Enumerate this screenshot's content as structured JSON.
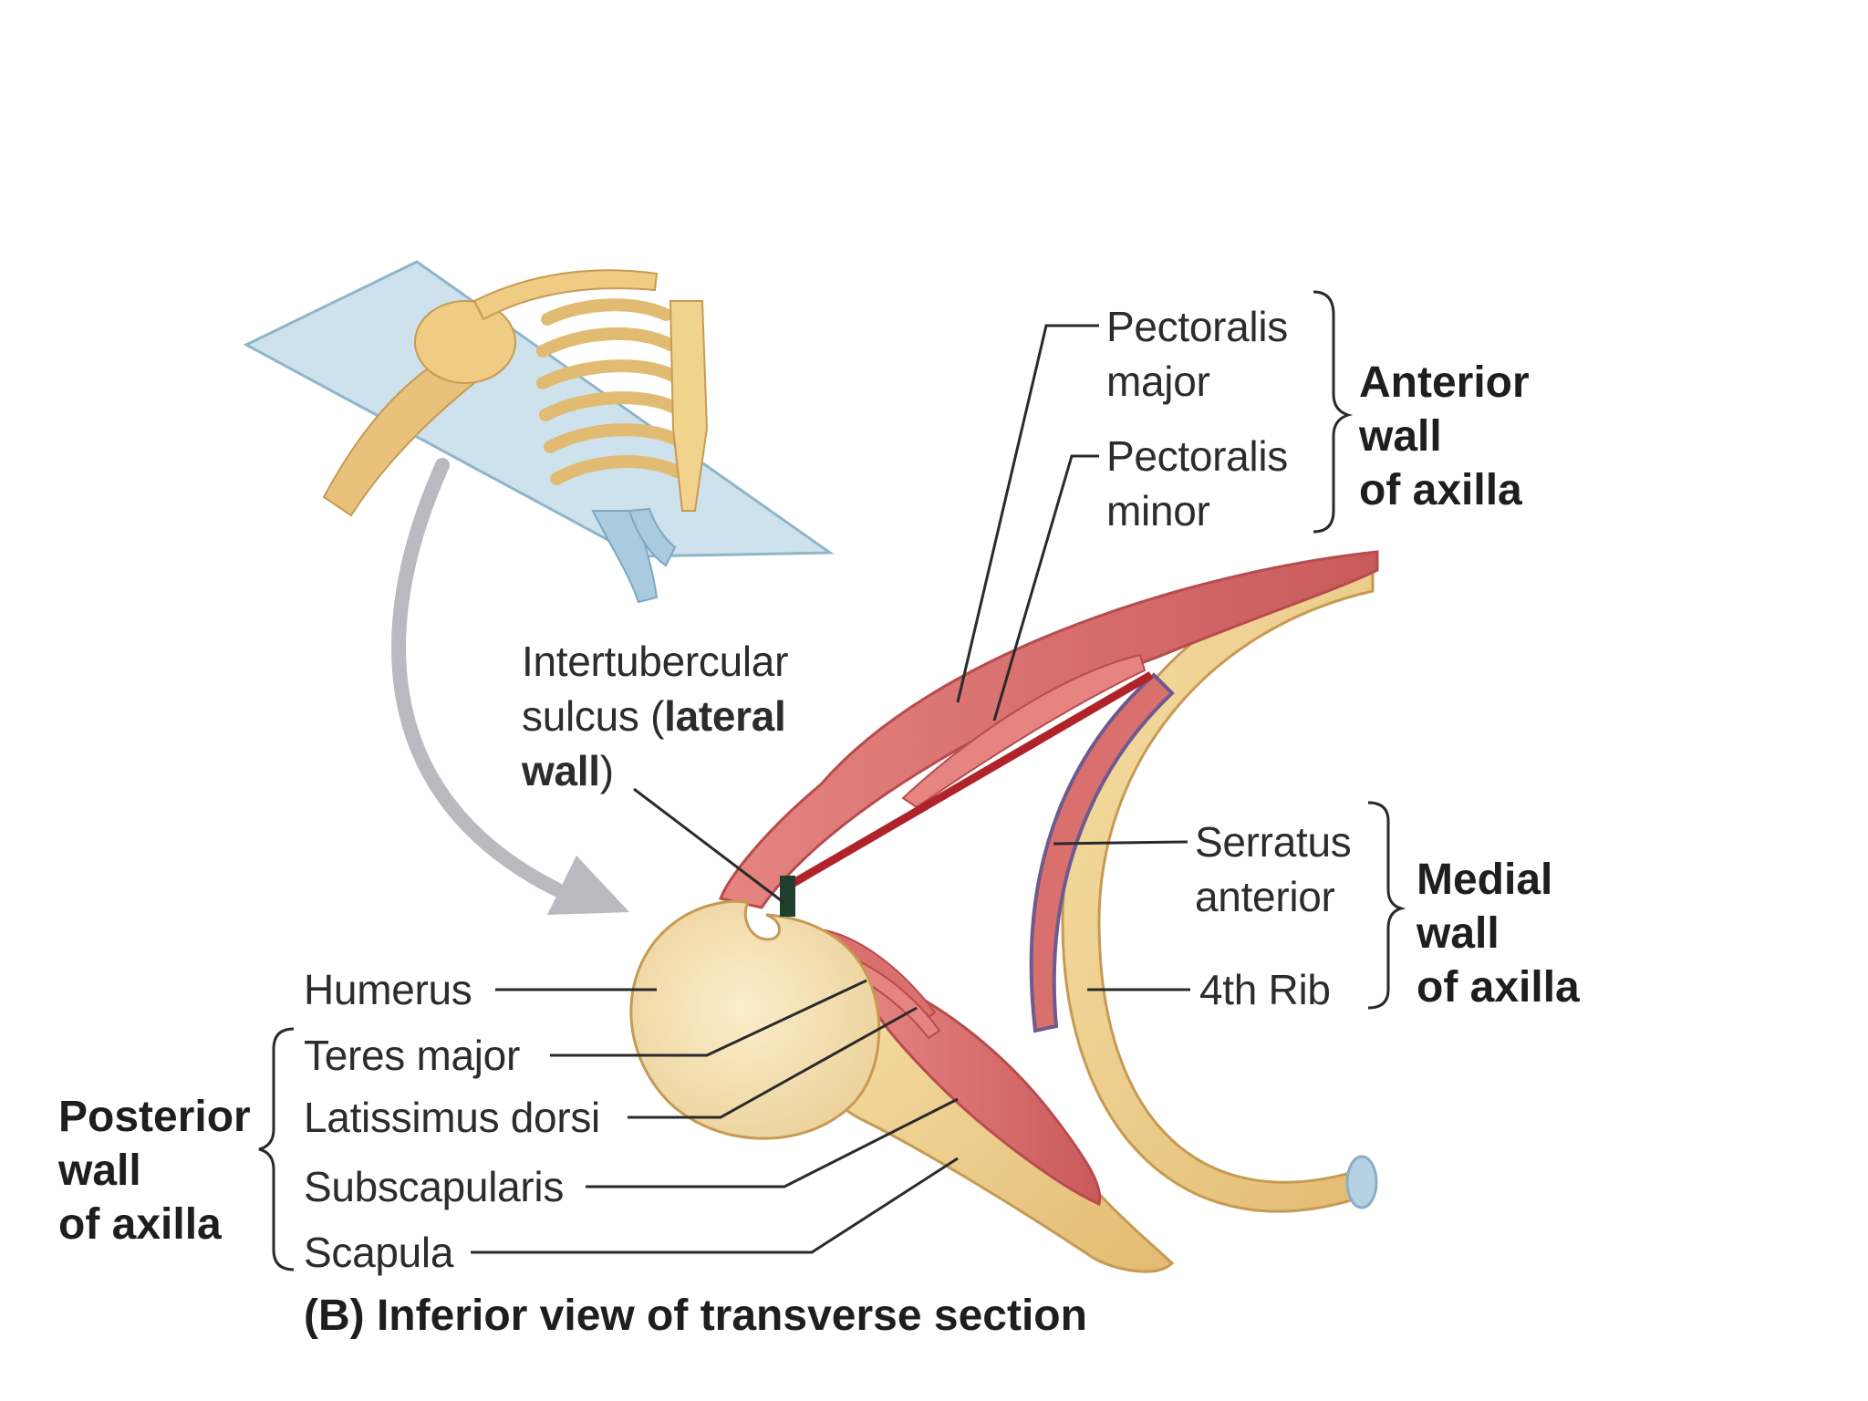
{
  "labels": {
    "pectoralis_major": [
      "Pectoralis",
      "major"
    ],
    "pectoralis_minor": [
      "Pectoralis",
      "minor"
    ],
    "intertubercular": {
      "line1": "Intertubercular",
      "line2_plain": "sulcus (",
      "line2_bold": "lateral",
      "line3_bold": "wall",
      "line3_plain": ")"
    },
    "serratus_anterior": [
      "Serratus",
      "anterior"
    ],
    "fourth_rib": "4th Rib",
    "humerus": "Humerus",
    "teres_major": "Teres major",
    "latissimus_dorsi": "Latissimus dorsi",
    "subscapularis": "Subscapularis",
    "scapula": "Scapula"
  },
  "groups": {
    "anterior_wall": [
      "Anterior",
      "wall",
      "of axilla"
    ],
    "medial_wall": [
      "Medial",
      "wall",
      "of axilla"
    ],
    "posterior_wall": [
      "Posterior",
      "wall",
      "of axilla"
    ]
  },
  "caption": "(B) Inferior view of transverse section",
  "colors": {
    "bone": "#f1d38e",
    "bone_dark": "#d8b36a",
    "muscle": "#d9706e",
    "muscle_dark": "#b84b4d",
    "plane": "#bcd8e6",
    "leader": "#2a2a2a",
    "arrow": "#b9b9be"
  }
}
